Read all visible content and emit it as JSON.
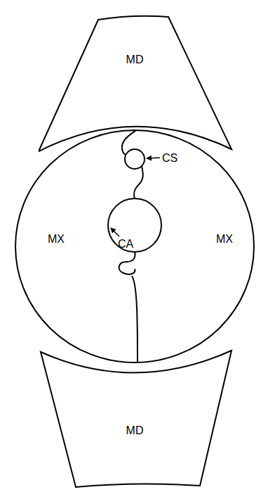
{
  "diagram": {
    "nodes": [
      {
        "text": [
          "MD"
        ]
      },
      {
        "text": [
          "MX"
        ]
      },
      {
        "text": [
          "MX"
        ]
      },
      {
        "text": [
          "MD"
        ]
      }
    ],
    "labels": [
      "CS",
      "CA"
    ]
  }
}
